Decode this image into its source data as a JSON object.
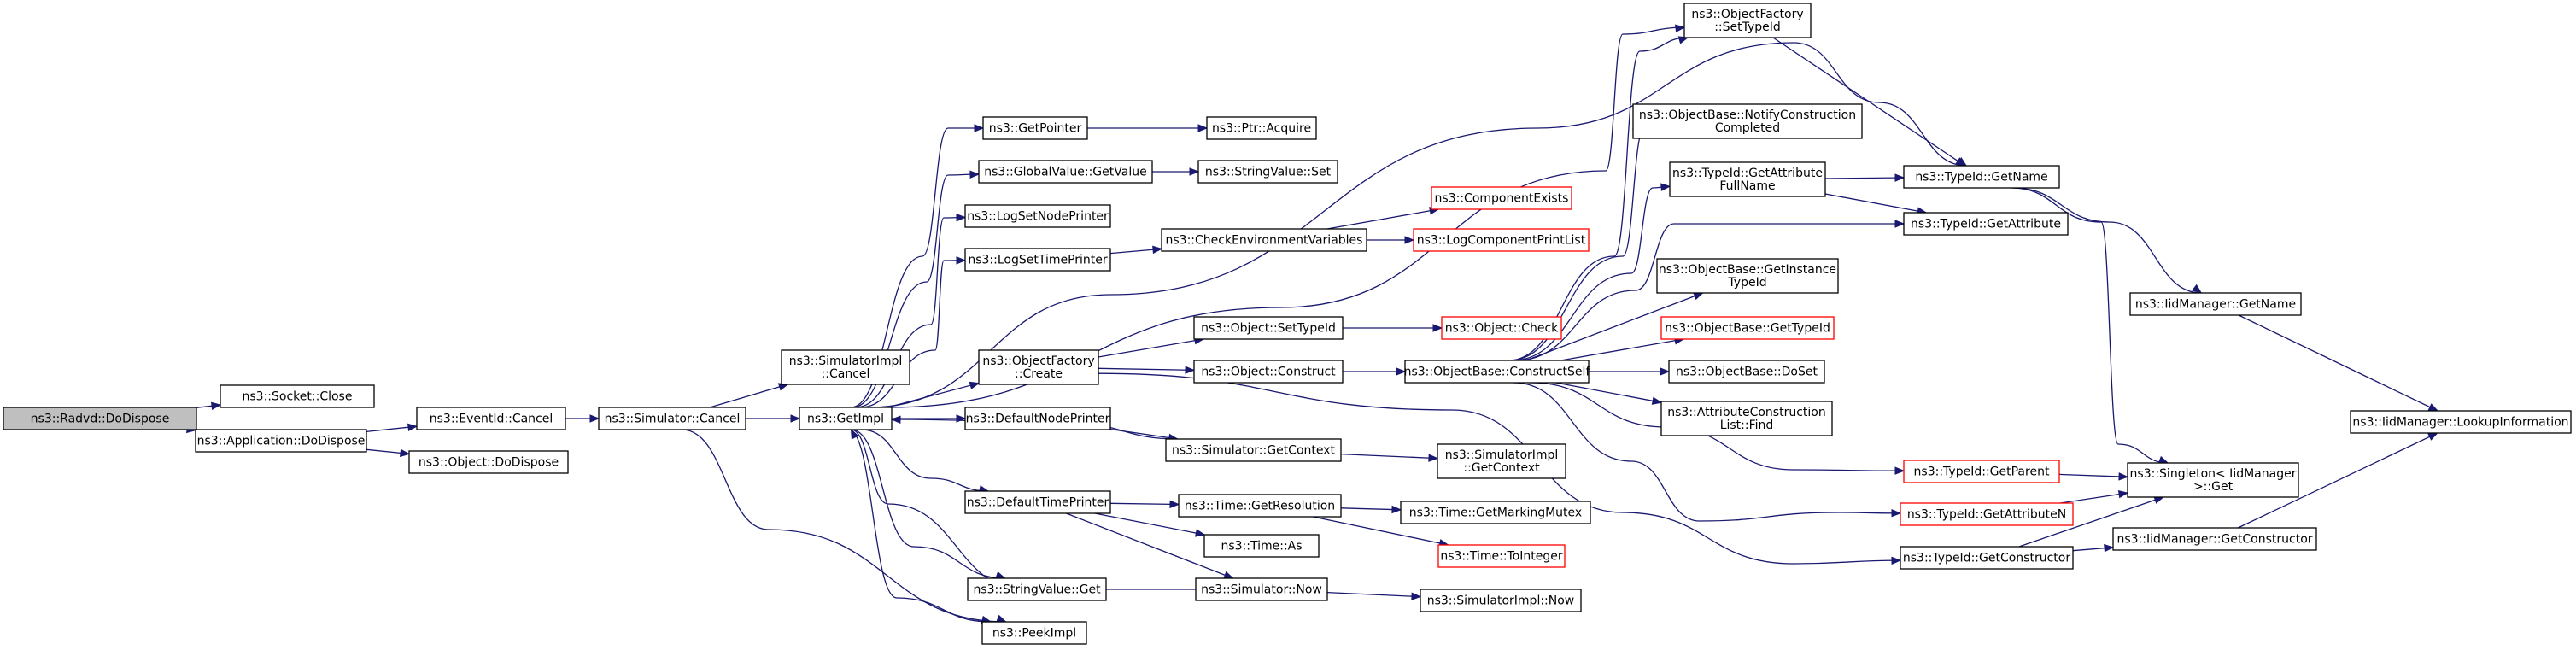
{
  "colors": {
    "edge": "#191970",
    "node_border": "#000000",
    "truncated_border": "#ff0000",
    "current_fill": "#bfbfbf",
    "background": "#ffffff"
  },
  "nodes": [
    {
      "id": "radvd_dodispose",
      "lines": [
        "ns3::Radvd::DoDispose"
      ],
      "style": "current"
    },
    {
      "id": "socket_close",
      "lines": [
        "ns3::Socket::Close"
      ],
      "style": "normal"
    },
    {
      "id": "app_dodispose",
      "lines": [
        "ns3::Application::DoDispose"
      ],
      "style": "normal"
    },
    {
      "id": "eventid_cancel",
      "lines": [
        "ns3::EventId::Cancel"
      ],
      "style": "normal"
    },
    {
      "id": "object_dodispose",
      "lines": [
        "ns3::Object::DoDispose"
      ],
      "style": "normal"
    },
    {
      "id": "sim_cancel",
      "lines": [
        "ns3::Simulator::Cancel"
      ],
      "style": "normal"
    },
    {
      "id": "simimpl_cancel",
      "lines": [
        "ns3::SimulatorImpl",
        "::Cancel"
      ],
      "style": "normal"
    },
    {
      "id": "getimpl",
      "lines": [
        "ns3::GetImpl"
      ],
      "style": "normal"
    },
    {
      "id": "getpointer",
      "lines": [
        "ns3::GetPointer"
      ],
      "style": "normal"
    },
    {
      "id": "ptr_acquire",
      "lines": [
        "ns3::Ptr::Acquire"
      ],
      "style": "normal"
    },
    {
      "id": "gv_getvalue",
      "lines": [
        "ns3::GlobalValue::GetValue"
      ],
      "style": "normal"
    },
    {
      "id": "sv_set",
      "lines": [
        "ns3::StringValue::Set"
      ],
      "style": "normal"
    },
    {
      "id": "logsetnodeprinter",
      "lines": [
        "ns3::LogSetNodePrinter"
      ],
      "style": "normal"
    },
    {
      "id": "logsettimeprinter",
      "lines": [
        "ns3::LogSetTimePrinter"
      ],
      "style": "normal"
    },
    {
      "id": "checkenv",
      "lines": [
        "ns3::CheckEnvironmentVariables"
      ],
      "style": "normal"
    },
    {
      "id": "compexists",
      "lines": [
        "ns3::ComponentExists"
      ],
      "style": "truncated"
    },
    {
      "id": "logcompprint",
      "lines": [
        "ns3::LogComponentPrintList"
      ],
      "style": "truncated"
    },
    {
      "id": "of_create",
      "lines": [
        "ns3::ObjectFactory",
        "::Create"
      ],
      "style": "normal"
    },
    {
      "id": "obj_settypeid",
      "lines": [
        "ns3::Object::SetTypeId"
      ],
      "style": "normal"
    },
    {
      "id": "obj_check",
      "lines": [
        "ns3::Object::Check"
      ],
      "style": "truncated"
    },
    {
      "id": "obj_construct",
      "lines": [
        "ns3::Object::Construct"
      ],
      "style": "normal"
    },
    {
      "id": "ob_constructself",
      "lines": [
        "ns3::ObjectBase::ConstructSelf"
      ],
      "style": "normal"
    },
    {
      "id": "defaultnodeprinter",
      "lines": [
        "ns3::DefaultNodePrinter"
      ],
      "style": "normal"
    },
    {
      "id": "sim_getcontext",
      "lines": [
        "ns3::Simulator::GetContext"
      ],
      "style": "normal"
    },
    {
      "id": "simimpl_getcontext",
      "lines": [
        "ns3::SimulatorImpl",
        "::GetContext"
      ],
      "style": "normal"
    },
    {
      "id": "defaulttimeprinter",
      "lines": [
        "ns3::DefaultTimePrinter"
      ],
      "style": "normal"
    },
    {
      "id": "time_getresolution",
      "lines": [
        "ns3::Time::GetResolution"
      ],
      "style": "normal"
    },
    {
      "id": "time_getmarkingmutex",
      "lines": [
        "ns3::Time::GetMarkingMutex"
      ],
      "style": "normal"
    },
    {
      "id": "time_tointeger",
      "lines": [
        "ns3::Time::ToInteger"
      ],
      "style": "truncated"
    },
    {
      "id": "time_as",
      "lines": [
        "ns3::Time::As"
      ],
      "style": "normal"
    },
    {
      "id": "sv_get",
      "lines": [
        "ns3::StringValue::Get"
      ],
      "style": "normal"
    },
    {
      "id": "sim_now",
      "lines": [
        "ns3::Simulator::Now"
      ],
      "style": "normal"
    },
    {
      "id": "simimpl_now",
      "lines": [
        "ns3::SimulatorImpl::Now"
      ],
      "style": "normal"
    },
    {
      "id": "peekimpl",
      "lines": [
        "ns3::PeekImpl"
      ],
      "style": "normal"
    },
    {
      "id": "of_settypeid",
      "lines": [
        "ns3::ObjectFactory",
        "::SetTypeId"
      ],
      "style": "normal"
    },
    {
      "id": "ob_notifyconstruction",
      "lines": [
        "ns3::ObjectBase::NotifyConstruction",
        "Completed"
      ],
      "style": "normal"
    },
    {
      "id": "typeid_getattrfullname",
      "lines": [
        "ns3::TypeId::GetAttribute",
        "FullName"
      ],
      "style": "normal"
    },
    {
      "id": "typeid_getname",
      "lines": [
        "ns3::TypeId::GetName"
      ],
      "style": "normal"
    },
    {
      "id": "typeid_getattribute",
      "lines": [
        "ns3::TypeId::GetAttribute"
      ],
      "style": "normal"
    },
    {
      "id": "ob_getinstancetypeid",
      "lines": [
        "ns3::ObjectBase::GetInstance",
        "TypeId"
      ],
      "style": "normal"
    },
    {
      "id": "ob_gettypeid",
      "lines": [
        "ns3::ObjectBase::GetTypeId"
      ],
      "style": "truncated"
    },
    {
      "id": "ob_doset",
      "lines": [
        "ns3::ObjectBase::DoSet"
      ],
      "style": "normal"
    },
    {
      "id": "acl_find",
      "lines": [
        "ns3::AttributeConstruction",
        "List::Find"
      ],
      "style": "normal"
    },
    {
      "id": "iid_getname",
      "lines": [
        "ns3::IidManager::GetName"
      ],
      "style": "normal"
    },
    {
      "id": "iid_lookupinfo",
      "lines": [
        "ns3::IidManager::LookupInformation"
      ],
      "style": "normal"
    },
    {
      "id": "typeid_getparent",
      "lines": [
        "ns3::TypeId::GetParent"
      ],
      "style": "truncated"
    },
    {
      "id": "singleton_get",
      "lines": [
        "ns3::Singleton< IidManager",
        " >::Get"
      ],
      "style": "normal"
    },
    {
      "id": "typeid_getattributen",
      "lines": [
        "ns3::TypeId::GetAttributeN"
      ],
      "style": "truncated"
    },
    {
      "id": "typeid_getconstructor",
      "lines": [
        "ns3::TypeId::GetConstructor"
      ],
      "style": "normal"
    },
    {
      "id": "iid_getconstructor",
      "lines": [
        "ns3::IidManager::GetConstructor"
      ],
      "style": "normal"
    }
  ],
  "edges": [
    [
      "radvd_dodispose",
      "socket_close"
    ],
    [
      "radvd_dodispose",
      "app_dodispose"
    ],
    [
      "app_dodispose",
      "eventid_cancel"
    ],
    [
      "app_dodispose",
      "object_dodispose"
    ],
    [
      "eventid_cancel",
      "sim_cancel"
    ],
    [
      "sim_cancel",
      "simimpl_cancel"
    ],
    [
      "sim_cancel",
      "getimpl"
    ],
    [
      "sim_cancel",
      "peekimpl"
    ],
    [
      "getimpl",
      "getpointer"
    ],
    [
      "getpointer",
      "ptr_acquire"
    ],
    [
      "getimpl",
      "gv_getvalue"
    ],
    [
      "gv_getvalue",
      "sv_set"
    ],
    [
      "getimpl",
      "logsetnodeprinter"
    ],
    [
      "getimpl",
      "logsettimeprinter"
    ],
    [
      "logsettimeprinter",
      "checkenv"
    ],
    [
      "checkenv",
      "compexists"
    ],
    [
      "checkenv",
      "logcompprint"
    ],
    [
      "getimpl",
      "of_create"
    ],
    [
      "of_create",
      "obj_settypeid"
    ],
    [
      "obj_settypeid",
      "obj_check"
    ],
    [
      "of_create",
      "obj_construct"
    ],
    [
      "obj_construct",
      "ob_constructself"
    ],
    [
      "of_create",
      "typeid_getconstructor"
    ],
    [
      "getimpl",
      "defaultnodeprinter"
    ],
    [
      "getimpl",
      "defaulttimeprinter"
    ],
    [
      "getimpl",
      "sv_get"
    ],
    [
      "getimpl",
      "peekimpl"
    ],
    [
      "getimpl",
      "of_settypeid"
    ],
    [
      "getimpl",
      "typeid_getname"
    ],
    [
      "defaultnodeprinter",
      "sim_getcontext"
    ],
    [
      "sim_getcontext",
      "getimpl"
    ],
    [
      "sim_getcontext",
      "simimpl_getcontext"
    ],
    [
      "defaulttimeprinter",
      "time_getresolution"
    ],
    [
      "defaulttimeprinter",
      "time_as"
    ],
    [
      "defaulttimeprinter",
      "sim_now"
    ],
    [
      "time_getresolution",
      "time_getmarkingmutex"
    ],
    [
      "time_getresolution",
      "time_tointeger"
    ],
    [
      "sim_now",
      "getimpl"
    ],
    [
      "sim_now",
      "simimpl_now"
    ],
    [
      "of_settypeid",
      "typeid_getname"
    ],
    [
      "ob_constructself",
      "of_settypeid"
    ],
    [
      "ob_constructself",
      "ob_notifyconstruction"
    ],
    [
      "ob_constructself",
      "typeid_getattrfullname"
    ],
    [
      "ob_constructself",
      "typeid_getattribute"
    ],
    [
      "ob_constructself",
      "ob_getinstancetypeid"
    ],
    [
      "ob_constructself",
      "ob_gettypeid"
    ],
    [
      "ob_constructself",
      "ob_doset"
    ],
    [
      "ob_constructself",
      "acl_find"
    ],
    [
      "ob_constructself",
      "typeid_getparent"
    ],
    [
      "ob_constructself",
      "typeid_getattributen"
    ],
    [
      "typeid_getattrfullname",
      "typeid_getname"
    ],
    [
      "typeid_getattrfullname",
      "typeid_getattribute"
    ],
    [
      "typeid_getname",
      "iid_getname"
    ],
    [
      "typeid_getname",
      "singleton_get"
    ],
    [
      "iid_getname",
      "iid_lookupinfo"
    ],
    [
      "typeid_getparent",
      "singleton_get"
    ],
    [
      "typeid_getattributen",
      "singleton_get"
    ],
    [
      "typeid_getconstructor",
      "singleton_get"
    ],
    [
      "typeid_getconstructor",
      "iid_getconstructor"
    ],
    [
      "iid_getconstructor",
      "iid_lookupinfo"
    ]
  ]
}
